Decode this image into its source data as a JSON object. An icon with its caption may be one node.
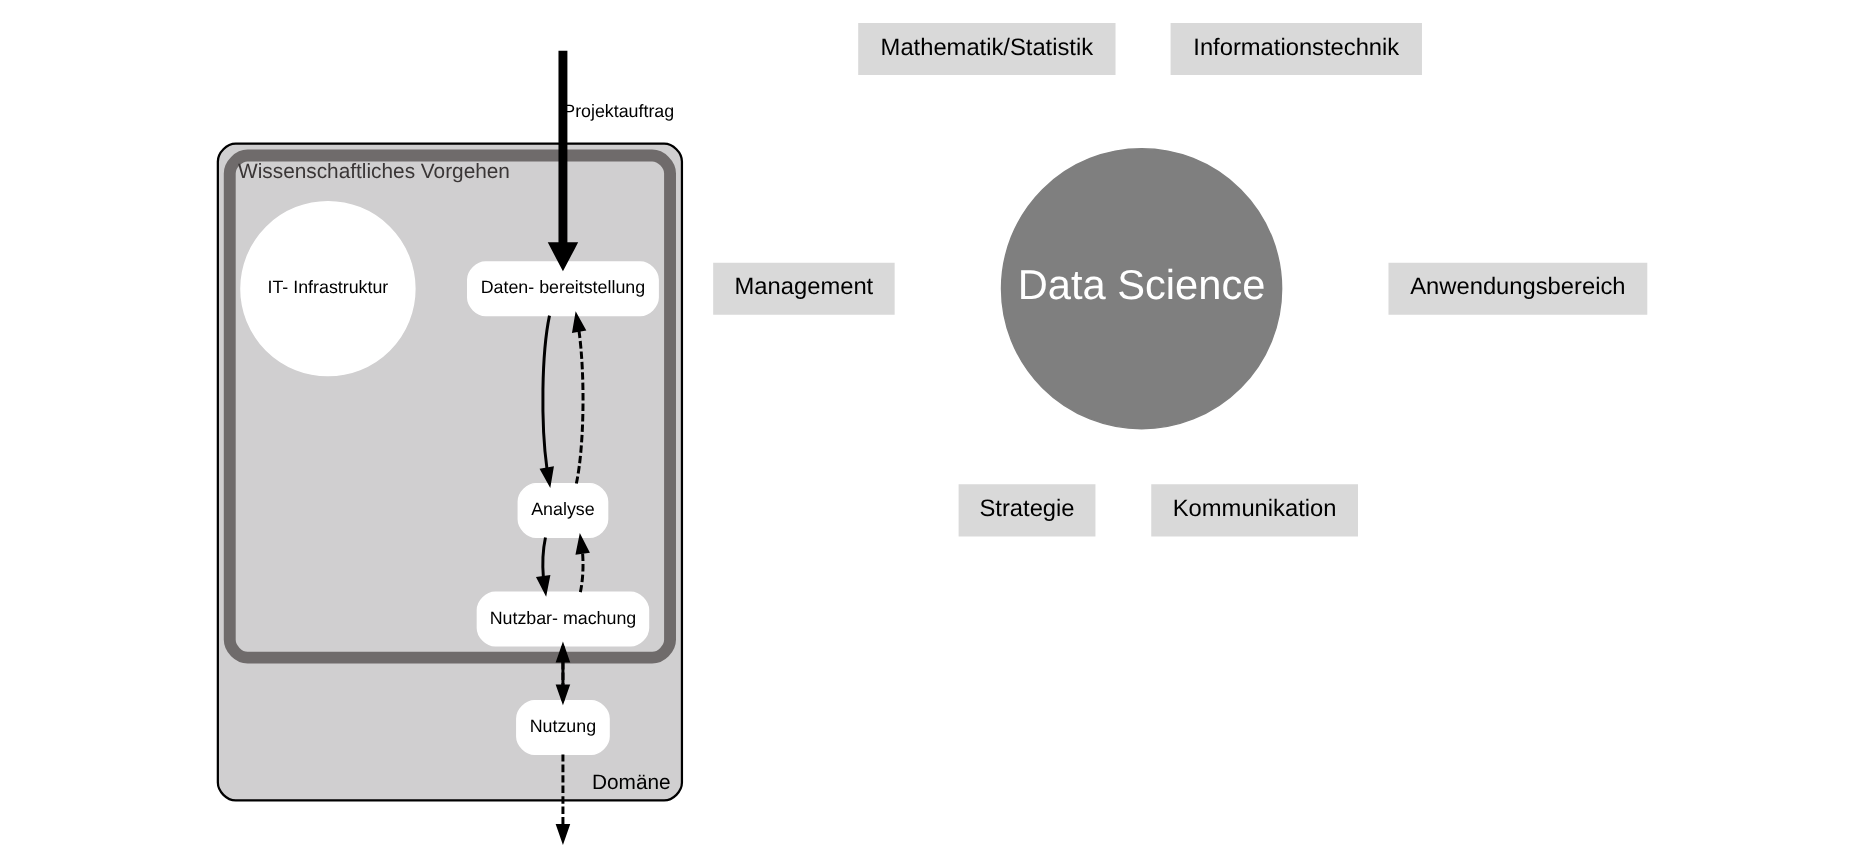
{
  "diagram": {
    "nodes": [
      {
        "text": [
          "Domäne"
        ]
      },
      {
        "text": [
          "Wissenschaftliches Vorgehen"
        ],
        "in": 0
      },
      {
        "text": [
          "Daten- bereitstellung"
        ],
        "in": 1
      },
      {
        "text": [
          "Analyse"
        ],
        "in": 1
      },
      {
        "text": [
          "Nutzbar- machung"
        ],
        "in": 1
      },
      {
        "text": [
          "Nutzung"
        ],
        "in": 0
      },
      {
        "text": [
          "IT- Infrastruktur"
        ],
        "in": 1
      },
      {
        "text": [
          "Mathematik/Statistik"
        ]
      },
      {
        "text": [
          "Informationstechnik"
        ]
      },
      {
        "text": [
          "Management"
        ]
      },
      {
        "text": [
          "Data Science"
        ]
      },
      {
        "text": [
          "Anwendungsbereich"
        ]
      },
      {
        "text": [
          "Strategie"
        ]
      },
      {
        "text": [
          "Kommunikation"
        ]
      }
    ],
    "edges": [
      {
        "from": null,
        "to": 2,
        "arrow": "to",
        "label": "Projektauftrag",
        "style": "thick"
      },
      {
        "from": 2,
        "to": 3,
        "arrow": "to"
      },
      {
        "from": 3,
        "to": 2,
        "arrow": "to",
        "style": "dashed"
      },
      {
        "from": 3,
        "to": 4,
        "arrow": "to"
      },
      {
        "from": 4,
        "to": 3,
        "arrow": "to",
        "style": "dashed"
      },
      {
        "from": 4,
        "to": 5,
        "arrow": "to"
      },
      {
        "from": 5,
        "to": 4,
        "arrow": "to",
        "style": "dashed"
      },
      {
        "from": 5,
        "to": null,
        "arrow": "to",
        "style": "dashed"
      }
    ]
  }
}
